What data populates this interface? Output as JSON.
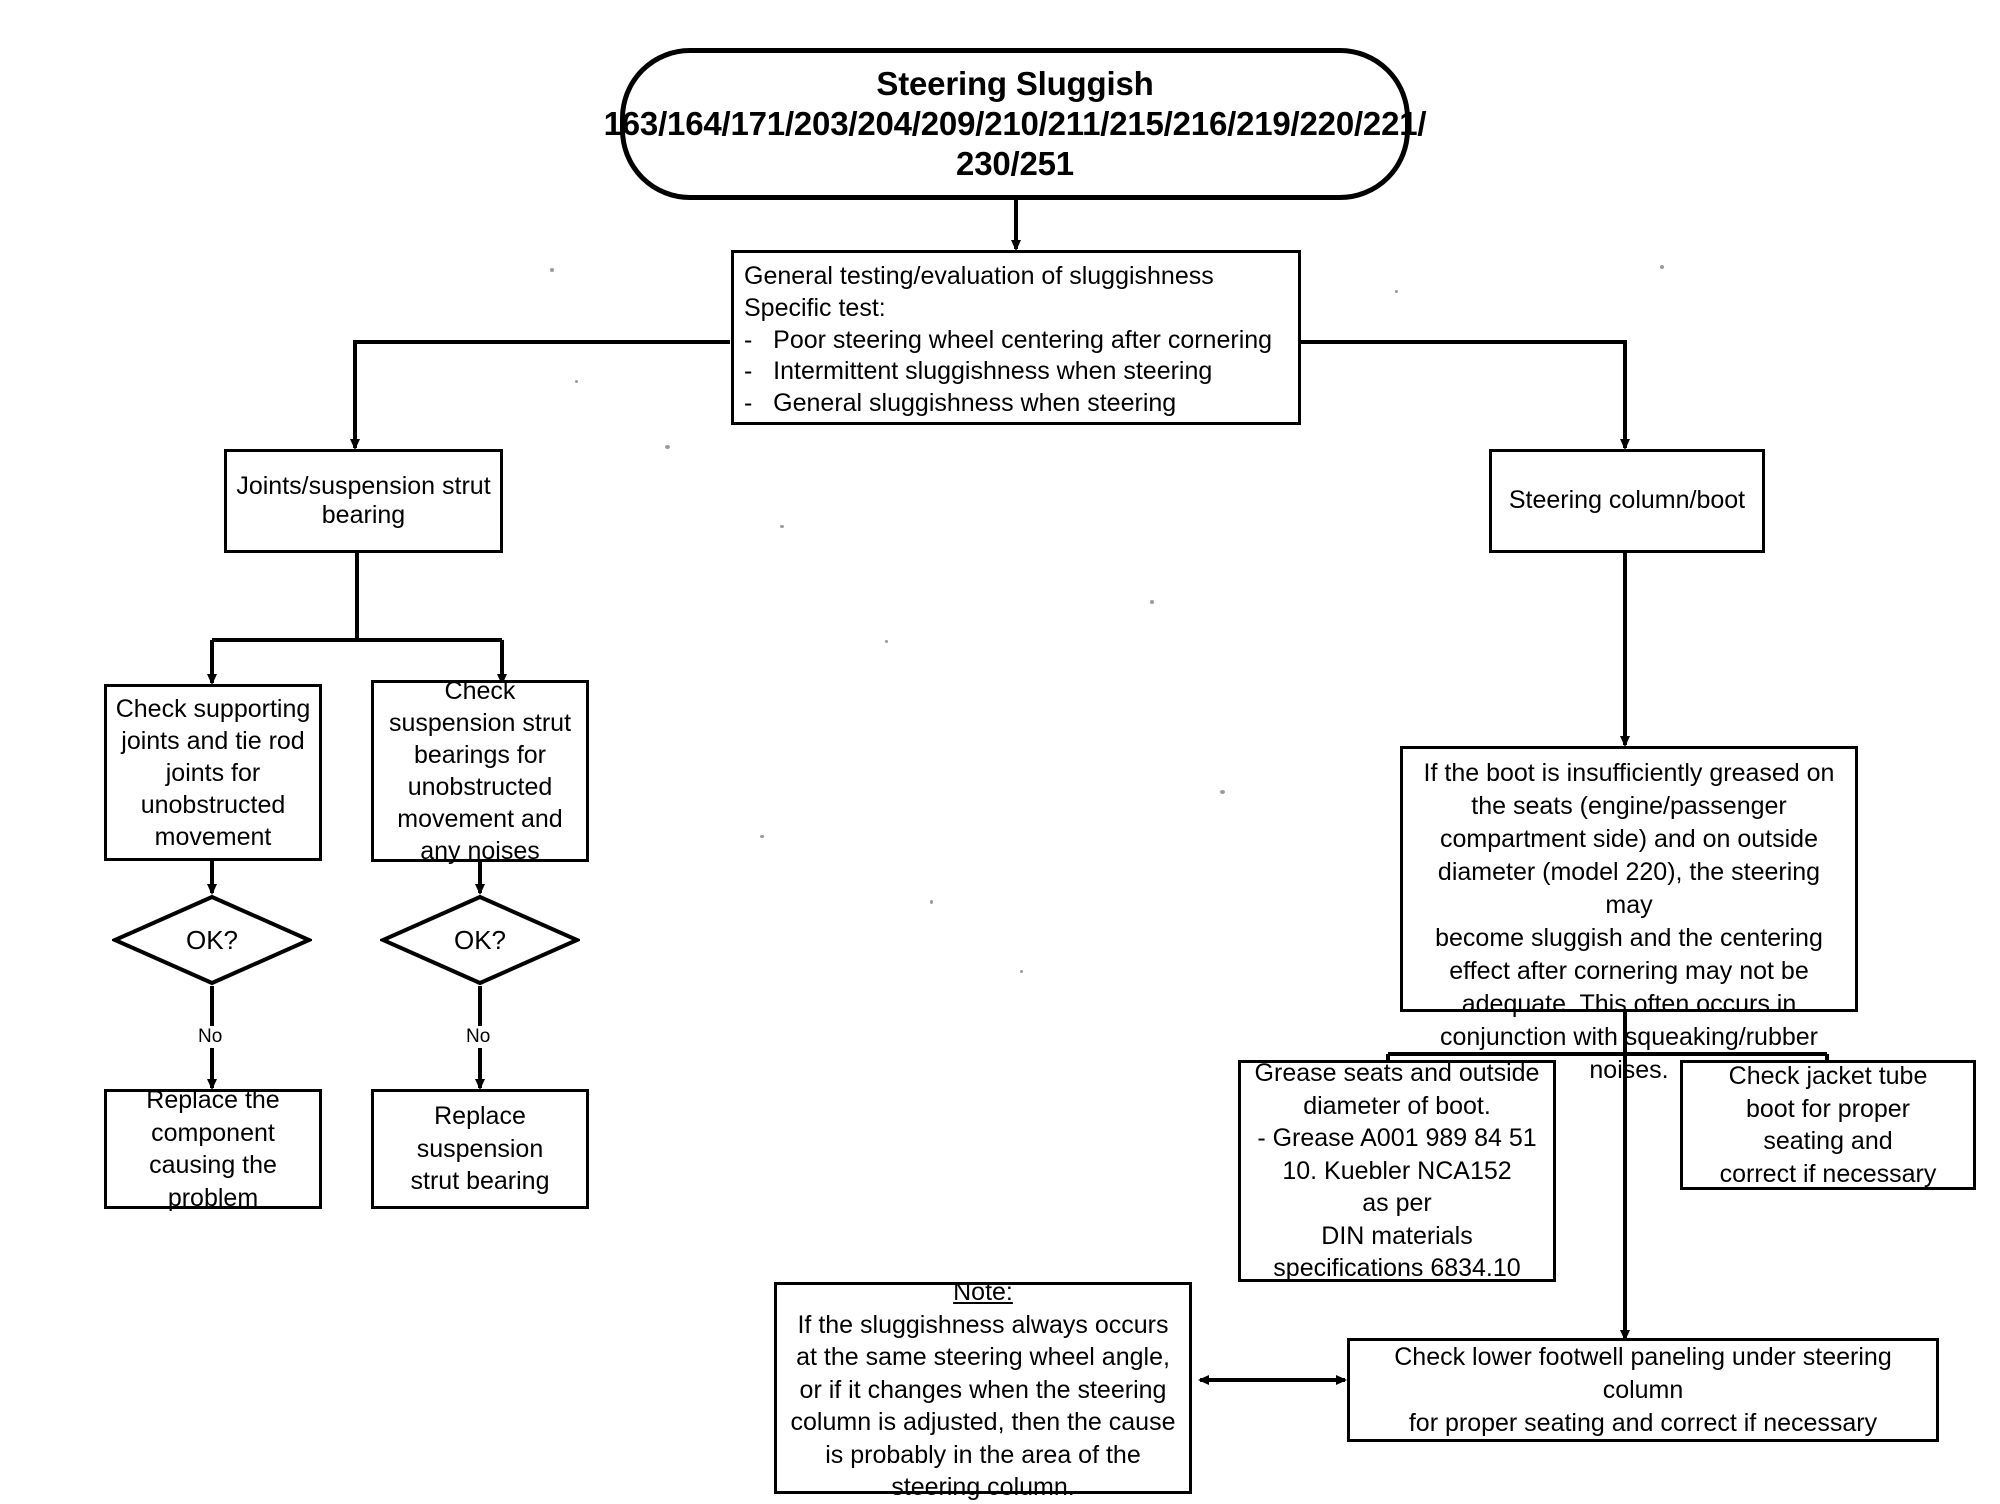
{
  "document": {
    "type": "flowchart",
    "title": "Steering Sluggish",
    "background_color": "#ffffff",
    "line_color": "#000000"
  },
  "nodes": {
    "start": {
      "shape": "terminator",
      "label": "Steering Sluggish\n163/164/171/203/204/209/210/211/215/216/219/220/221/\n230/251"
    },
    "general_test": {
      "shape": "process",
      "label": "General testing/evaluation of sluggishness\nSpecific test:\n-   Poor steering wheel centering after cornering\n-   Intermittent sluggishness when steering\n-   General sluggishness when steering"
    },
    "joints": {
      "shape": "process",
      "label": "Joints/suspension strut\nbearing"
    },
    "steering_column": {
      "shape": "process",
      "label": "Steering column/boot"
    },
    "check_supporting_joints": {
      "shape": "process",
      "label": "Check supporting\njoints and tie rod\njoints for\nunobstructed\nmovement"
    },
    "check_strut_bearings": {
      "shape": "process",
      "label": "Check\nsuspension strut\nbearings for\nunobstructed\nmovement and\nany noises"
    },
    "decision_left": {
      "shape": "decision",
      "label": "OK?"
    },
    "decision_right": {
      "shape": "decision",
      "label": "OK?"
    },
    "replace_component": {
      "shape": "process",
      "label": "Replace the\ncomponent\ncausing the\nproblem"
    },
    "replace_strut_bearing": {
      "shape": "process",
      "label": "Replace\nsuspension\nstrut bearing"
    },
    "boot_info": {
      "shape": "process",
      "label": "If the boot is insufficiently greased on\nthe seats (engine/passenger\ncompartment side) and on outside\ndiameter (model 220), the steering may\nbecome sluggish and the centering\neffect after cornering may not be\nadequate. This often occurs in\nconjunction with squeaking/rubber\nnoises."
    },
    "grease_seats": {
      "shape": "process",
      "label": "Grease seats and outside\ndiameter of boot.\n- Grease A001 989 84 51\n 10.        Kuebler NCA152\nas per\nDIN materials\nspecifications 6834.10"
    },
    "check_jacket_tube": {
      "shape": "process",
      "label": "Check jacket tube\nboot for proper\nseating and\ncorrect if necessary"
    },
    "check_footwell": {
      "shape": "process",
      "label": "Check lower footwell paneling under steering\ncolumn\nfor proper seating and correct if necessary"
    },
    "note": {
      "shape": "process",
      "title": "Note:",
      "label": "If the sluggishness always occurs\nat the same steering wheel angle,\nor if it changes when the steering\ncolumn is adjusted, then the cause\nis probably in the area of the\nsteering column."
    }
  },
  "edge_labels": {
    "left_no": "No",
    "right_no": "No"
  }
}
